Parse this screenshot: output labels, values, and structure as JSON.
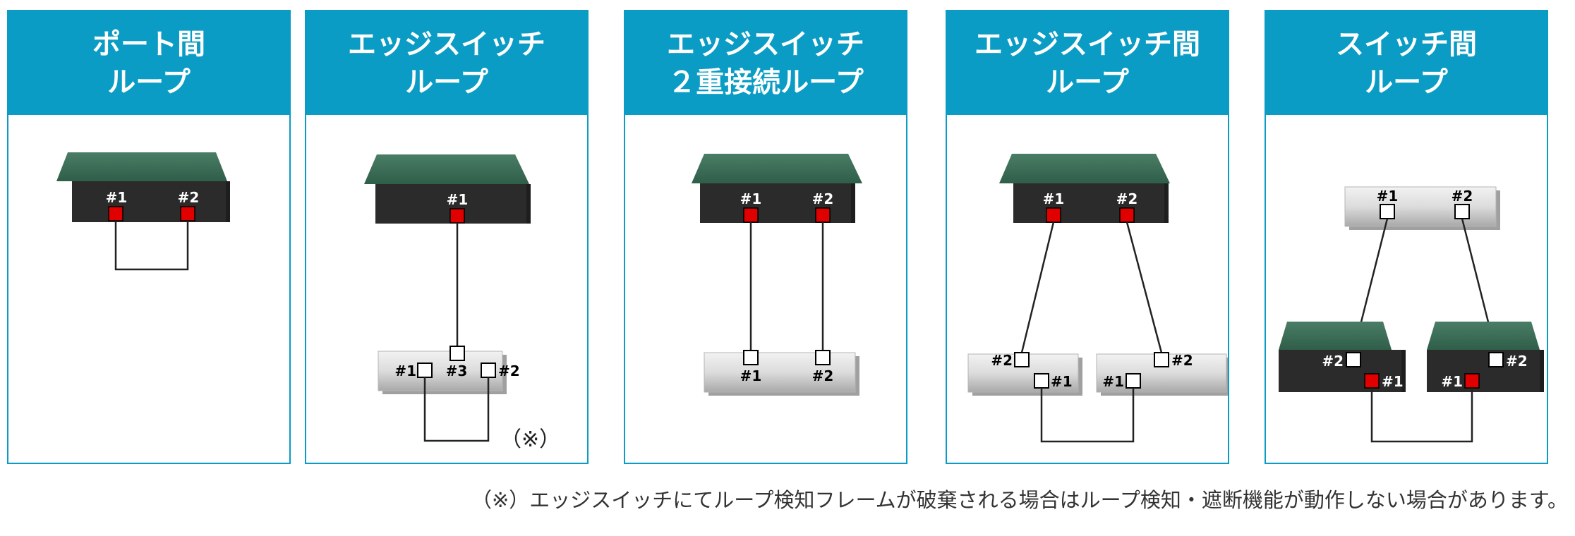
{
  "panels": [
    {
      "title_line1": "ポート間",
      "title_line2": "ループ"
    },
    {
      "title_line1": "エッジスイッチ",
      "title_line2": "ループ"
    },
    {
      "title_line1": "エッジスイッチ",
      "title_line2": "２重接続ループ"
    },
    {
      "title_line1": "エッジスイッチ間",
      "title_line2": "ループ"
    },
    {
      "title_line1": "スイッチ間",
      "title_line2": "ループ"
    }
  ],
  "port_labels": {
    "p1": "#1",
    "p2": "#2",
    "p3": "#3"
  },
  "note_marker": "（※）",
  "footnote": "（※）エッジスイッチにてループ検知フレームが破棄される場合はループ検知・遮断機能が動作しない場合があります。",
  "colors": {
    "header": "#0a9cc4",
    "switch_top": "#3a6b56",
    "switch_body": "#2b2b2b",
    "port_red": "#e00000",
    "edge_gray": "#d8d8d8"
  }
}
